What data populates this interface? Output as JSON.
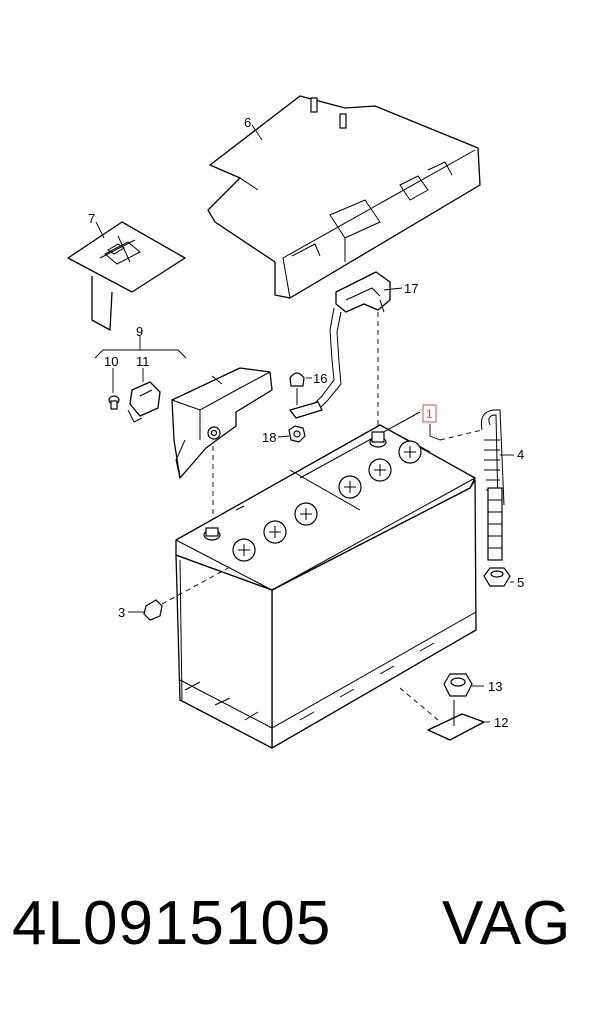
{
  "diagram": {
    "labels": {
      "l1": "1",
      "l3": "3",
      "l4": "4",
      "l5": "5",
      "l6": "6",
      "l7": "7",
      "l9": "9",
      "l10": "10",
      "l11": "11",
      "l12": "12",
      "l13": "13",
      "l16": "16",
      "l17": "17",
      "l18": "18"
    },
    "highlight_color": "#e04b4b"
  },
  "footer": {
    "part_number": "4L0915105",
    "brand": "VAG"
  }
}
